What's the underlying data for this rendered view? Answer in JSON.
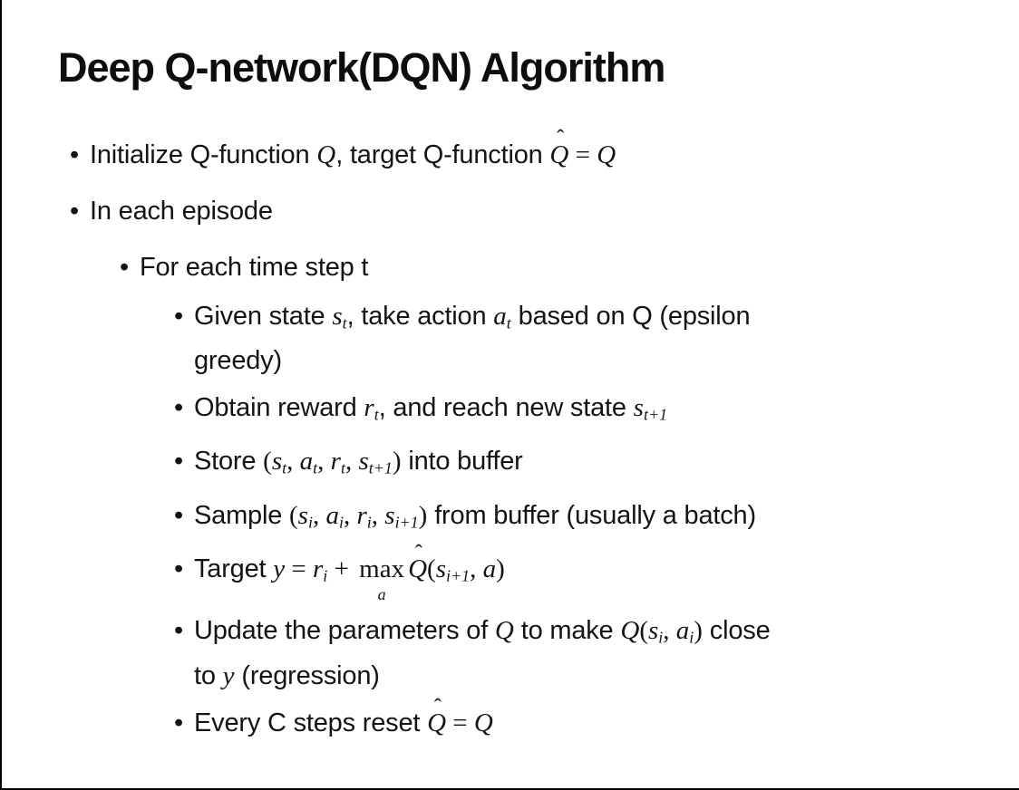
{
  "slide": {
    "title": "Deep Q-network(DQN) Algorithm",
    "bullet_char": "•",
    "hat_char": "ˆ",
    "text_color": "#141414",
    "background": "#ffffff",
    "border_color": "#000000"
  },
  "bullets": [
    {
      "level": 1,
      "lines": [
        [
          {
            "t": "Initialize Q-function "
          },
          {
            "i": "Q"
          },
          {
            "t": ", target Q-function "
          },
          {
            "h": "Q"
          },
          {
            "r": " = "
          },
          {
            "i": "Q"
          }
        ]
      ]
    },
    {
      "level": 1,
      "lines": [
        [
          {
            "t": "In each episode"
          }
        ]
      ]
    },
    {
      "level": 2,
      "lines": [
        [
          {
            "t": "For each time step t"
          }
        ]
      ]
    },
    {
      "level": 3,
      "lines": [
        [
          {
            "t": "Given state "
          },
          {
            "v": {
              "b": "s",
              "s": "t"
            }
          },
          {
            "t": ", take action "
          },
          {
            "v": {
              "b": "a",
              "s": "t"
            }
          },
          {
            "t": " based on Q (epsilon"
          }
        ],
        [
          {
            "t": "greedy)"
          }
        ]
      ]
    },
    {
      "level": 3,
      "lines": [
        [
          {
            "t": "Obtain reward "
          },
          {
            "v": {
              "b": "r",
              "s": "t"
            }
          },
          {
            "t": ", and reach new state "
          },
          {
            "v": {
              "b": "s",
              "s": "t+1"
            }
          }
        ]
      ]
    },
    {
      "level": 3,
      "lines": [
        [
          {
            "t": "Store "
          },
          {
            "r": "("
          },
          {
            "v": {
              "b": "s",
              "s": "t"
            }
          },
          {
            "r": ", "
          },
          {
            "v": {
              "b": "a",
              "s": "t"
            }
          },
          {
            "r": ", "
          },
          {
            "v": {
              "b": "r",
              "s": "t"
            }
          },
          {
            "r": ", "
          },
          {
            "v": {
              "b": "s",
              "s": "t+1"
            }
          },
          {
            "r": ")"
          },
          {
            "t": " into buffer"
          }
        ]
      ]
    },
    {
      "level": 3,
      "lines": [
        [
          {
            "t": "Sample "
          },
          {
            "r": "("
          },
          {
            "v": {
              "b": "s",
              "s": "i"
            }
          },
          {
            "r": ", "
          },
          {
            "v": {
              "b": "a",
              "s": "i"
            }
          },
          {
            "r": ", "
          },
          {
            "v": {
              "b": "r",
              "s": "i"
            }
          },
          {
            "r": ", "
          },
          {
            "v": {
              "b": "s",
              "s": "i+1"
            }
          },
          {
            "r": ")"
          },
          {
            "t": " from buffer (usually a batch)"
          }
        ]
      ]
    },
    {
      "level": 3,
      "lines": [
        [
          {
            "t": "Target "
          },
          {
            "i": "y"
          },
          {
            "r": " = "
          },
          {
            "v": {
              "b": "r",
              "s": "i"
            }
          },
          {
            "r": " + "
          },
          {
            "u": {
              "t": "max",
              "b": "a"
            }
          },
          {
            "h": "Q"
          },
          {
            "r": "("
          },
          {
            "v": {
              "b": "s",
              "s": "i+1"
            }
          },
          {
            "r": ", "
          },
          {
            "i": "a"
          },
          {
            "r": ")"
          }
        ]
      ]
    },
    {
      "level": 3,
      "lines": [
        [
          {
            "t": "Update the parameters of "
          },
          {
            "i": "Q"
          },
          {
            "t": " to make "
          },
          {
            "i": "Q"
          },
          {
            "r": "("
          },
          {
            "v": {
              "b": "s",
              "s": "i"
            }
          },
          {
            "r": ", "
          },
          {
            "v": {
              "b": "a",
              "s": "i"
            }
          },
          {
            "r": ")"
          },
          {
            "t": " close"
          }
        ],
        [
          {
            "t": "to "
          },
          {
            "i": "y"
          },
          {
            "t": " (regression)"
          }
        ]
      ]
    },
    {
      "level": 3,
      "lines": [
        [
          {
            "t": "Every C steps reset "
          },
          {
            "h": "Q"
          },
          {
            "r": " = "
          },
          {
            "i": "Q"
          }
        ]
      ]
    }
  ]
}
